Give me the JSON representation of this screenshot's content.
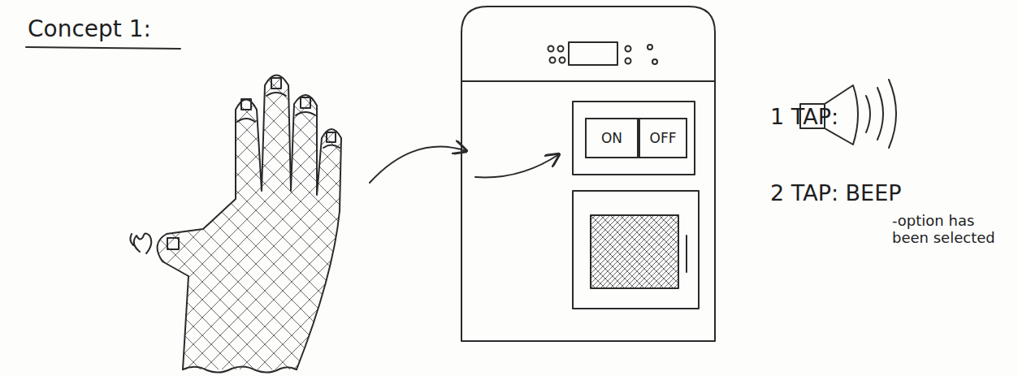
{
  "diagram": {
    "title": "Concept 1:",
    "nodes": [
      {
        "text": [
          "ON"
        ]
      },
      {
        "text": [
          "OFF"
        ]
      }
    ],
    "labels": [
      "1 TAP:",
      "2 TAP: BEEP",
      "-option has been selected"
    ]
  }
}
